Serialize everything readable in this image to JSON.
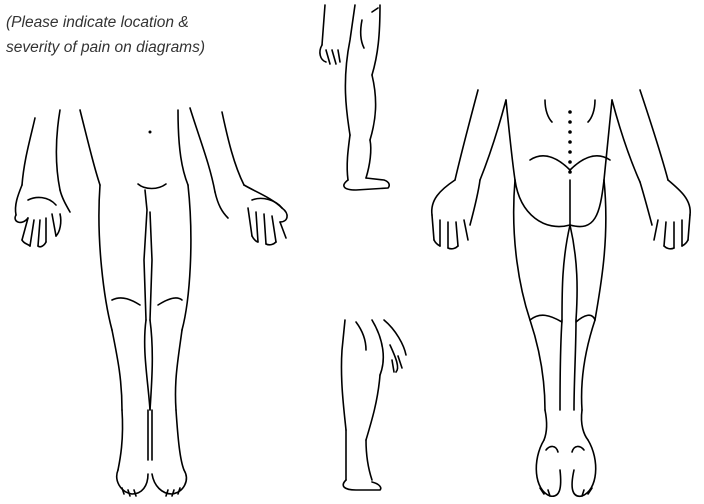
{
  "instruction": {
    "line1": "(Please indicate location &",
    "line2": "severity of pain on diagrams)"
  },
  "colors": {
    "line": "#000000",
    "text": "#333333",
    "background": "#ffffff"
  },
  "figures": [
    {
      "view": "front",
      "icon": "body-front-outline-icon"
    },
    {
      "view": "side-upper",
      "icon": "leg-side-upper-icon"
    },
    {
      "view": "side-lower",
      "icon": "leg-side-lower-icon"
    },
    {
      "view": "back",
      "icon": "body-back-outline-icon"
    }
  ]
}
